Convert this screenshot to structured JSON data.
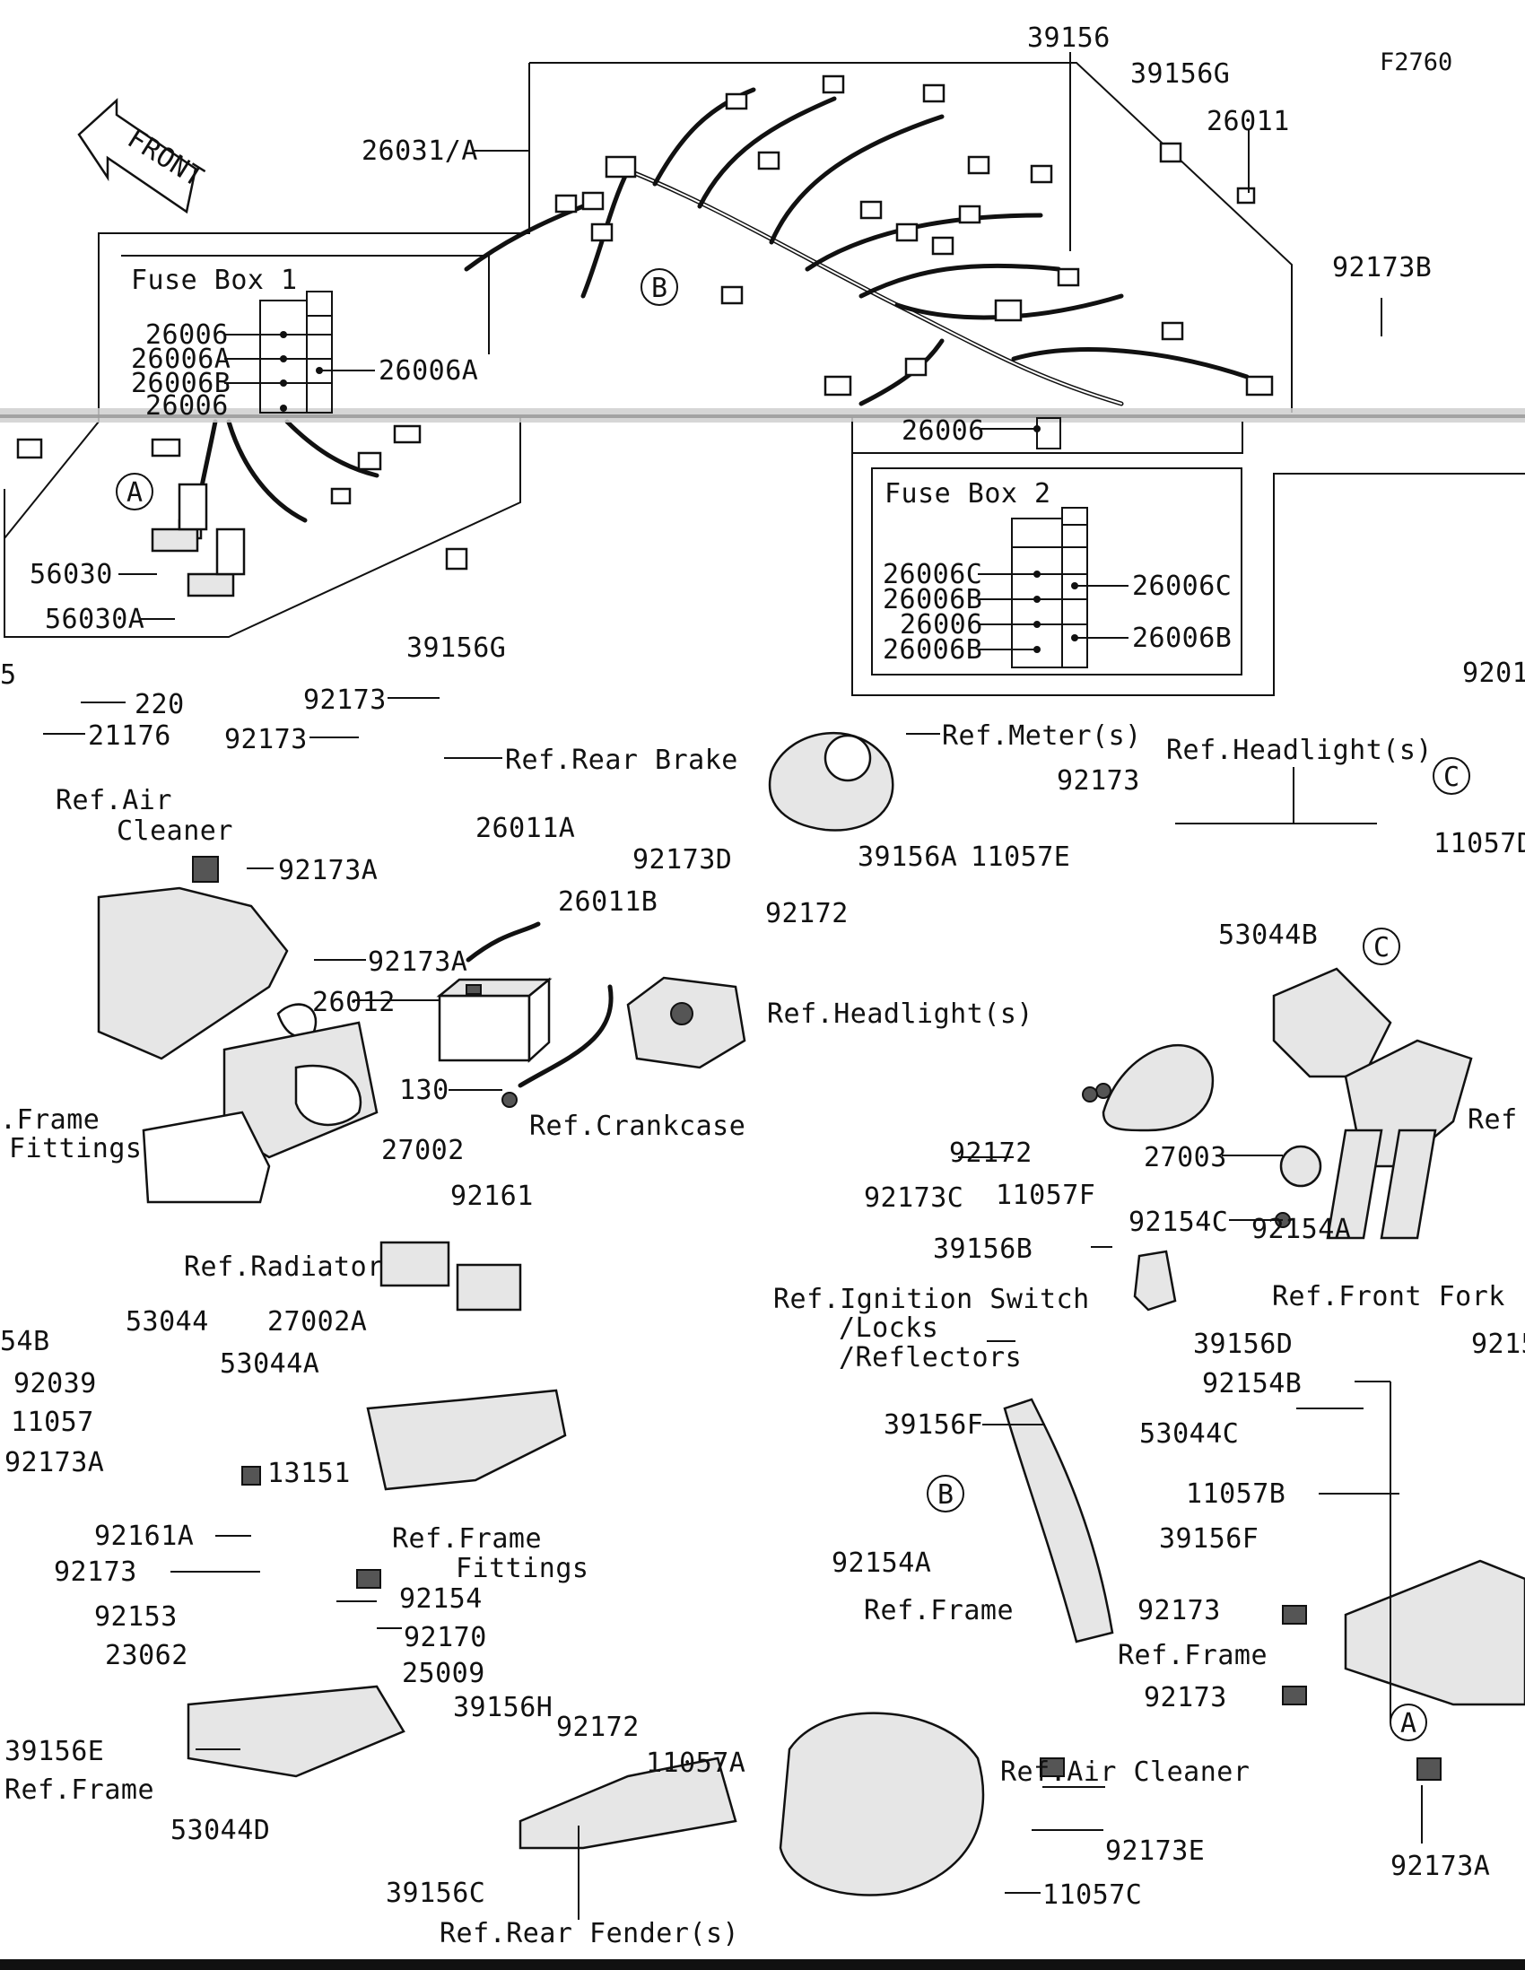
{
  "figure_code": "F2760",
  "front_arrow_text": "FRONT",
  "fuse_box_1": {
    "title": "Fuse Box 1",
    "entries": [
      "26006",
      "26006A",
      "26006B",
      "26006"
    ],
    "right_label": "26006A",
    "tail_label": "26006"
  },
  "fuse_box_2": {
    "title": "Fuse Box 2",
    "entries": [
      "26006C",
      "26006B",
      "26006",
      "26006B"
    ],
    "right_labels": [
      "26006C",
      "26006B"
    ],
    "head_label": "26006"
  },
  "callout_letters": [
    "A",
    "B",
    "C"
  ],
  "labels": [
    "39156",
    "39156G",
    "26011",
    "26031/A",
    "92173B",
    "56030",
    "56030A",
    "39156G",
    "5",
    "220",
    "21176",
    "92173",
    "92173",
    "Ref.Rear Brake",
    "Ref.Meter(s)",
    "Ref.Headlight(s)",
    "9201",
    "Ref.Air",
    "Cleaner",
    "92173A",
    "26011A",
    "92173D",
    "26011B",
    "92173A",
    "26012",
    "130",
    "Ref.Crankcase",
    "39156A",
    "11057E",
    "92173",
    "11057D",
    "92172",
    "53044B",
    "Ref.Headlight(s)",
    ".Frame",
    "Fittings",
    "27002",
    "92161",
    "92172",
    "92173C",
    "11057F",
    "27003",
    "Ref",
    "92154C",
    "39156B",
    "Ref.Front Fork",
    "Ref.Radiator",
    "53044",
    "54B",
    "27002A",
    "53044A",
    "Ref.Ignition Switch",
    "/Locks",
    "/Reflectors",
    "39156D",
    "9215",
    "92154B",
    "92039",
    "11057",
    "92173A",
    "13151",
    "39156F",
    "53044C",
    "11057B",
    "92161A",
    "Ref.Frame",
    "Fittings",
    "92173",
    "92154",
    "92154A",
    "39156F",
    "92153",
    "92170",
    "Ref.Frame",
    "92173",
    "23062",
    "25009",
    "Ref.Frame",
    "39156H",
    "92172",
    "92173",
    "11057A",
    "39156E",
    "Ref.Frame",
    "Ref.Air Cleaner",
    "53044D",
    "92173E",
    "39156C",
    "11057C",
    "92173A",
    "Ref.Rear Fender(s)",
    "92154A"
  ]
}
